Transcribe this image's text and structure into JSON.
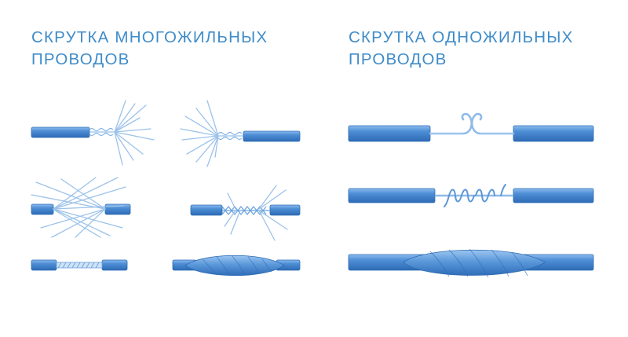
{
  "headings": {
    "stranded": {
      "line1": "СКРУТКА МНОГОЖИЛЬНЫХ",
      "line2": "ПРОВОДОВ"
    },
    "solid": {
      "line1": "СКРУТКА ОДНОЖИЛЬНЫХ",
      "line2": "ПРОВОДОВ"
    }
  },
  "colors": {
    "heading": "#3f8cc9",
    "insulation": "#4f8fd6",
    "insulation_dark": "#2d6bb5",
    "insulation_light": "#8dbbef",
    "copper_strand": "#9cc2ea"
  },
  "illustrations": [
    {
      "name": "stranded-step-1-fanned-strands-right",
      "group": "stranded"
    },
    {
      "name": "stranded-step-1-fanned-strands-left",
      "group": "stranded"
    },
    {
      "name": "stranded-step-2-interleaved-strands",
      "group": "stranded"
    },
    {
      "name": "stranded-step-2-wrapped-strands",
      "group": "stranded"
    },
    {
      "name": "stranded-step-3-twisted-joint",
      "group": "stranded"
    },
    {
      "name": "stranded-step-3-taped-joint",
      "group": "stranded"
    },
    {
      "name": "solid-step-1-hooked-cores",
      "group": "solid"
    },
    {
      "name": "solid-step-2-twisted-cores",
      "group": "solid"
    },
    {
      "name": "solid-step-3-taped-joint",
      "group": "solid"
    }
  ]
}
